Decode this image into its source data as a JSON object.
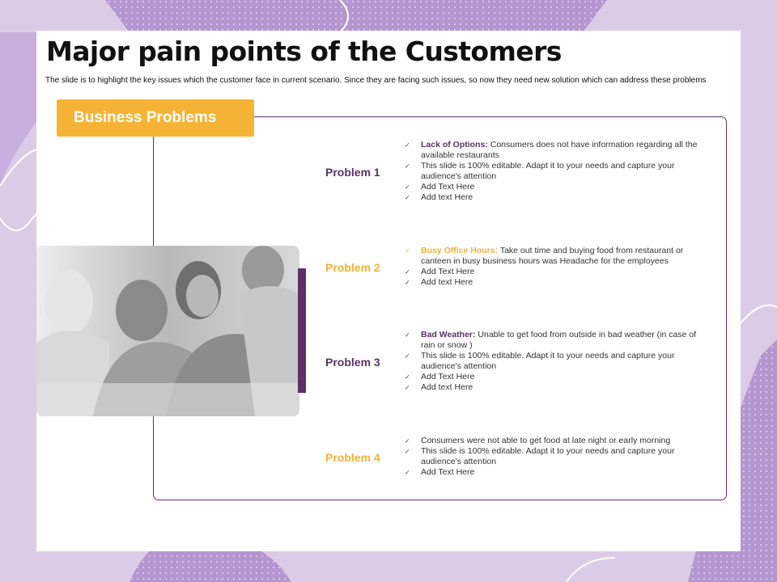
{
  "slide": {
    "title": "Major pain points of the Customers",
    "subtitle": "The slide is to highlight the key issues which the customer face in current scenario. Since they are facing such issues, so now they need new solution which can address these problems"
  },
  "section": {
    "header": "Business Problems"
  },
  "problems": [
    {
      "label": "Problem 1",
      "bullets": [
        {
          "keyword": "Lack of Options:",
          "text": " Consumers does not have information regarding all the available restaurants"
        },
        {
          "keyword": "",
          "text": "This slide is 100% editable. Adapt it to your needs and capture your audience's attention"
        },
        {
          "keyword": "",
          "text": "Add Text Here"
        },
        {
          "keyword": "",
          "text": "Add text Here"
        }
      ]
    },
    {
      "label": "Problem 2",
      "bullets": [
        {
          "keyword": "Busy Office Hours:",
          "text": " Take out time and buying food from restaurant or canteen in busy business hours was Headache for the employees"
        },
        {
          "keyword": "",
          "text": "Add Text Here"
        },
        {
          "keyword": "",
          "text": "Add text Here"
        }
      ]
    },
    {
      "label": "Problem 3",
      "bullets": [
        {
          "keyword": "Bad Weather:",
          "text": " Unable to get food from outside in bad weather (in case of rain or snow )"
        },
        {
          "keyword": "",
          "text": "This slide is 100% editable. Adapt it to your needs and capture your audience's attention"
        },
        {
          "keyword": "",
          "text": "Add Text Here"
        },
        {
          "keyword": "",
          "text": "Add text Here"
        }
      ]
    },
    {
      "label": "Problem 4",
      "bullets": [
        {
          "keyword": "",
          "text": "Consumers were not able to get food at late night or early morning"
        },
        {
          "keyword": "",
          "text": "This slide is 100% editable. Adapt it to your needs and capture your audience's attention"
        },
        {
          "keyword": "",
          "text": "Add Text Here"
        }
      ]
    }
  ],
  "photo": {
    "icon": "team-photo"
  },
  "colors": {
    "background": "#dccbe6",
    "accent_purple": "#5b3168",
    "accent_gold": "#f5b335"
  }
}
